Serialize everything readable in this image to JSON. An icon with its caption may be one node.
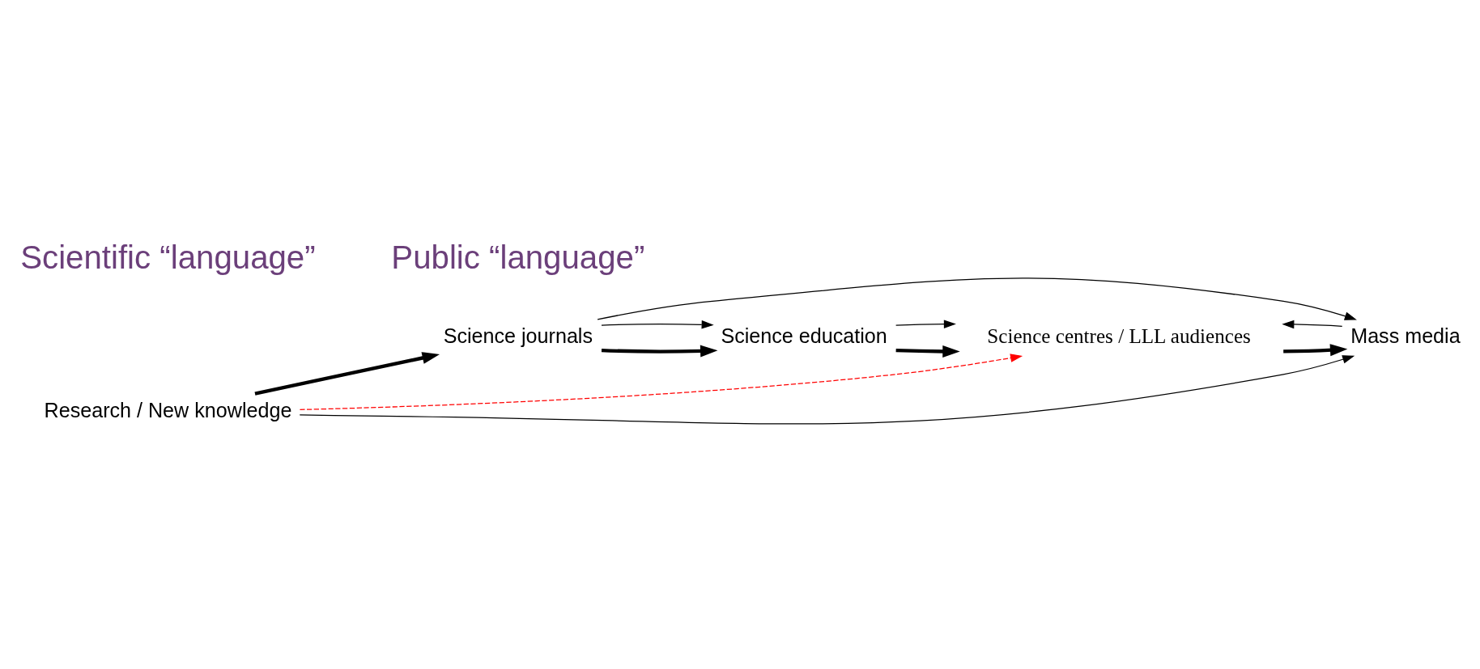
{
  "diagram": {
    "nodes": [
      {
        "text": [
          "Research / New knowledge"
        ]
      },
      {
        "text": [
          "Science journals"
        ]
      },
      {
        "text": [
          "Science education"
        ]
      },
      {
        "text": [
          "Science centres / LLL audiences"
        ]
      },
      {
        "text": [
          "Mass media"
        ]
      }
    ],
    "edges": [
      {
        "from": 0,
        "to": 1,
        "arrow": "to",
        "style": "thick"
      },
      {
        "from": 1,
        "to": 2,
        "arrow": "to",
        "style": "thick"
      },
      {
        "from": 2,
        "to": 3,
        "arrow": "to",
        "style": "thick"
      },
      {
        "from": 3,
        "to": 4,
        "arrow": "to",
        "style": "thick"
      },
      {
        "from": 1,
        "to": 2,
        "arrow": "to"
      },
      {
        "from": 2,
        "to": 3,
        "arrow": "to"
      },
      {
        "from": 4,
        "to": 3,
        "arrow": "to"
      },
      {
        "from": 1,
        "to": 4,
        "arrow": "to"
      },
      {
        "from": 0,
        "to": 4,
        "arrow": "to"
      },
      {
        "from": 0,
        "to": 3,
        "arrow": "to",
        "style": "dashed",
        "color": "#ff0000"
      }
    ],
    "labels": [
      "Scientific “language”",
      "Public “language”"
    ]
  }
}
